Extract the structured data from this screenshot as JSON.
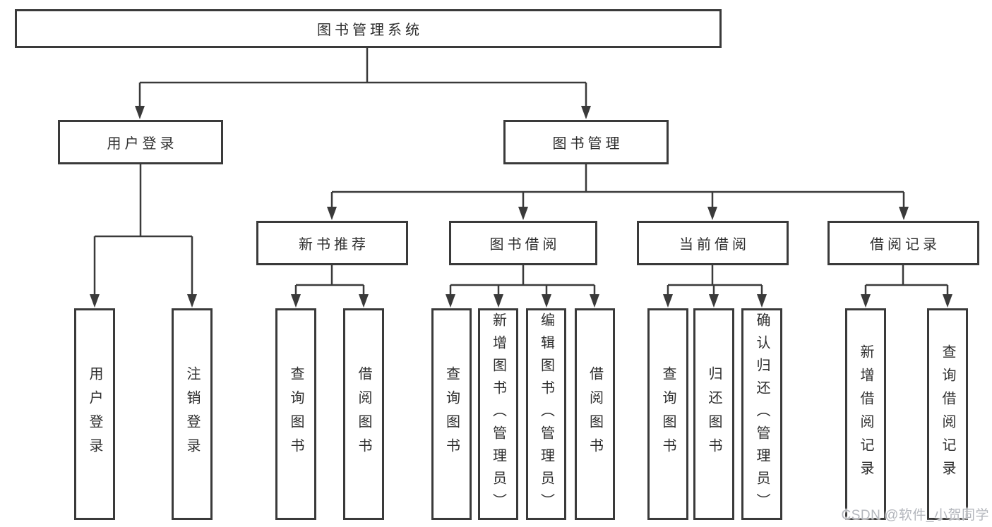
{
  "colors": {
    "line": "#3a3a3a",
    "text": "#2e2e2e",
    "watermark": "#b4b7bd",
    "background": "#ffffff"
  },
  "root": {
    "label": "图书管理系统"
  },
  "level2": [
    {
      "label": "用户登录",
      "parent": "图书管理系统"
    },
    {
      "label": "图书管理",
      "parent": "图书管理系统"
    }
  ],
  "level3": [
    {
      "label": "新书推荐",
      "parent": "图书管理"
    },
    {
      "label": "图书借阅",
      "parent": "图书管理"
    },
    {
      "label": "当前借阅",
      "parent": "图书管理"
    },
    {
      "label": "借阅记录",
      "parent": "图书管理"
    }
  ],
  "leaves": [
    {
      "label": "用户登录",
      "parent": "用户登录"
    },
    {
      "label": "注销登录",
      "parent": "用户登录"
    },
    {
      "label": "查询图书",
      "parent": "新书推荐"
    },
    {
      "label": "借阅图书",
      "parent": "新书推荐"
    },
    {
      "label": "查询图书",
      "parent": "图书借阅"
    },
    {
      "label": "新增图书（管理员）",
      "parent": "图书借阅"
    },
    {
      "label": "编辑图书（管理员）",
      "parent": "图书借阅"
    },
    {
      "label": "借阅图书",
      "parent": "图书借阅"
    },
    {
      "label": "查询图书",
      "parent": "当前借阅"
    },
    {
      "label": "归还图书",
      "parent": "当前借阅"
    },
    {
      "label": "确认归还（管理员）",
      "parent": "当前借阅"
    },
    {
      "label": "新增借阅记录",
      "parent": "借阅记录"
    },
    {
      "label": "查询借阅记录",
      "parent": "借阅记录"
    }
  ],
  "watermark": {
    "text": "CSDN @软件_小贺同学"
  }
}
